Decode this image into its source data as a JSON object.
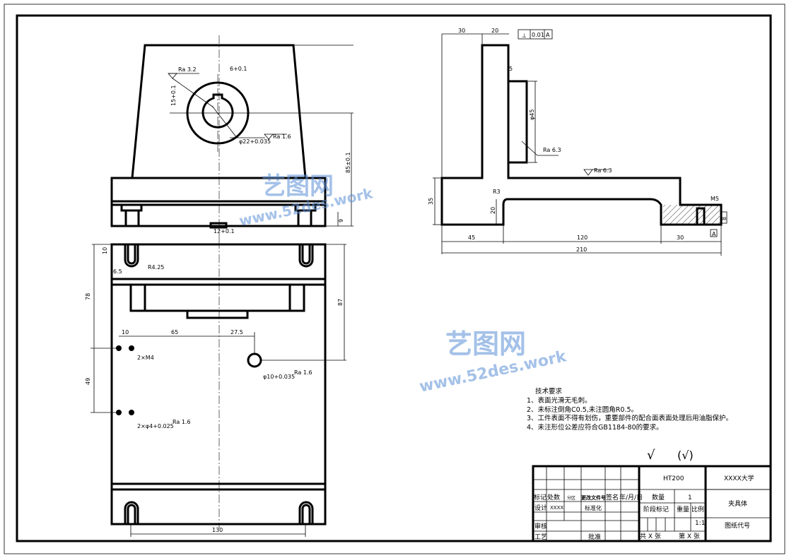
{
  "front_view": {
    "ra_32": "Ra 3.2",
    "key_width": "6+0.1",
    "key_depth": "15+0.1",
    "bore": "φ22+0.035",
    "ra_16": "Ra 1.6",
    "height_total": "85±0.1",
    "base_slot": "12+0.1",
    "dim_9": "9"
  },
  "top_view": {
    "dim_10_top": "10",
    "dim_65": "6.5",
    "r425": "R4.25",
    "dim_78": "78",
    "dim_87": "87",
    "dim_10": "10",
    "dim_65b": "65",
    "dim_275": "27.5",
    "m4": "2×M4",
    "pin_holes": "2×φ4+0.025",
    "ra_16a": "Ra 1.6",
    "hole10": "φ10+0.035",
    "ra_16b": "Ra 1.6",
    "dim_49": "49",
    "dim_130": "130"
  },
  "side_view": {
    "dim_30": "30",
    "dim_20": "20",
    "tol_symbol": "⊥",
    "tol_value": "0.01",
    "tol_datum": "A",
    "dim_5": "5",
    "dia45": "φ45",
    "ra_63a": "Ra 6.3",
    "ra_63b": "Ra 6.3",
    "r3": "R3",
    "dim_35": "35",
    "dim_20b": "20",
    "m5": "M5",
    "dim_8": "8",
    "datum_a": "A",
    "dim_45": "45",
    "dim_120": "120",
    "dim_30b": "30",
    "dim_210": "210"
  },
  "requirements": {
    "title": "技术要求",
    "items": [
      "1、表面光滑无毛刺。",
      "2、未标注倒角C0.5,未注圆角R0.5。",
      "3、工件表面不得有划伤，重要部件的配合面表面处理后用油脂保护。",
      "4、未注形位公差应符合GB1184-80的要求。"
    ],
    "roughness_mark": "√",
    "roughness_other": "(√)"
  },
  "title_block": {
    "mark": "标记",
    "count": "处数",
    "zone": "分区",
    "change_doc": "更改文件号",
    "signature": "签名",
    "date": "年/月/日",
    "design": "设计",
    "designer": "XXXX",
    "standardize": "标准化",
    "review": "审核",
    "process": "工艺",
    "approve": "批准",
    "material": "HT200",
    "quantity_label": "数量",
    "quantity": "1",
    "stage": "阶段标记",
    "weight": "重量",
    "scale_label": "比例",
    "scale": "1:1",
    "total_sheets": "共  X  张",
    "sheet_no": "第  X  张",
    "school": "XXXX大学",
    "part_name": "夹具体",
    "drawing_no": "图纸代号"
  },
  "watermark": {
    "brand": "艺图网",
    "url": "www.52des.work"
  }
}
